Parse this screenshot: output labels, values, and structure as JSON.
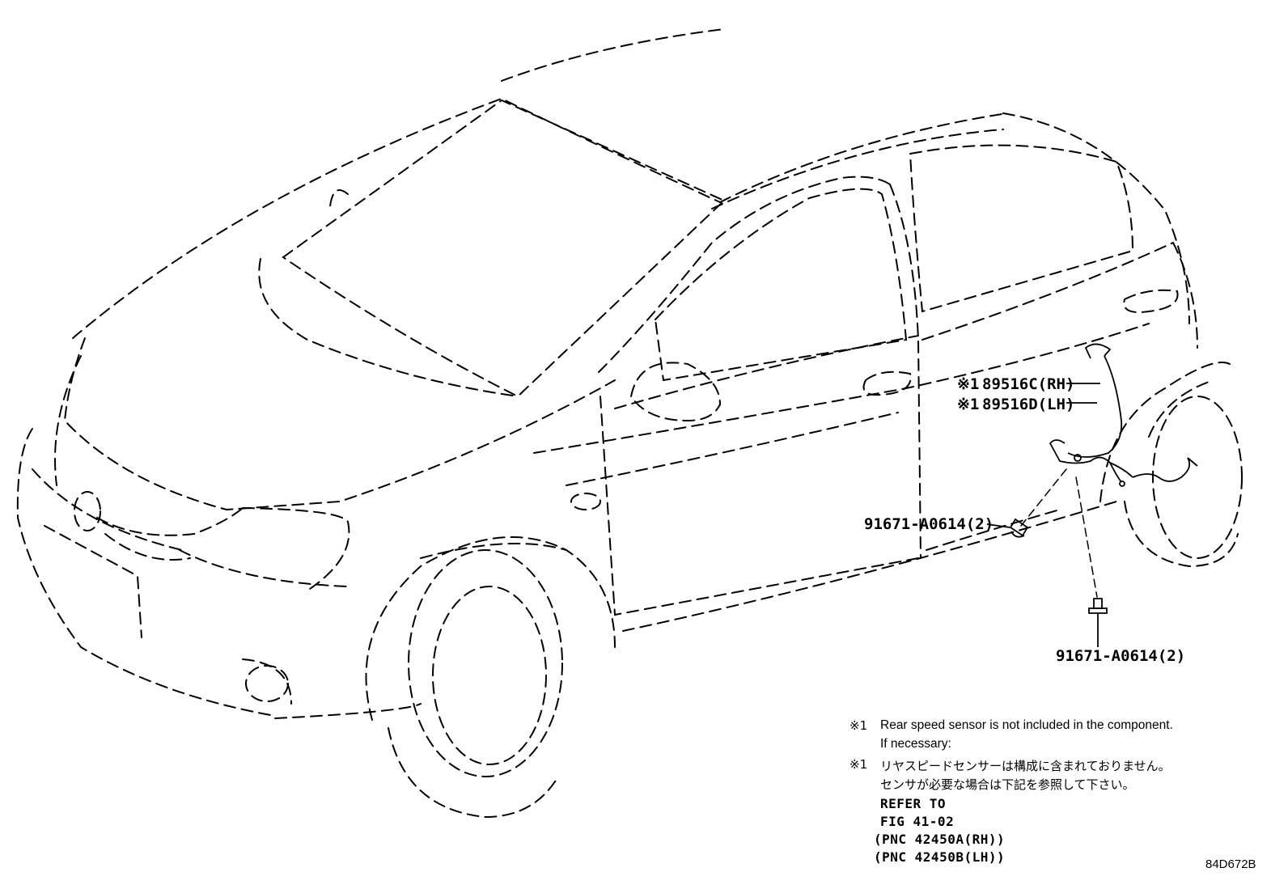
{
  "parts": {
    "sensor_rh": "89516C(RH)",
    "sensor_lh": "89516D(LH)",
    "sensor_mark": "※1",
    "bolt_upper": "91671-A0614(2)",
    "bolt_lower": "91671-A0614(2)"
  },
  "notes": {
    "mark_en": "※1",
    "en_line1": "Rear speed sensor is not included in the component.",
    "en_line2": "If necessary:",
    "mark_jp": "※1",
    "jp_line1": "リヤスピードセンサーは構成に含まれておりません。",
    "jp_line2": "センサが必要な場合は下記を参照して下さい。",
    "refer": "REFER TO",
    "fig": "FIG 41-02",
    "pnc_rh": "(PNC 42450A(RH))",
    "pnc_lh": "(PNC 42450B(LH))"
  },
  "figure_id": "84D672B"
}
